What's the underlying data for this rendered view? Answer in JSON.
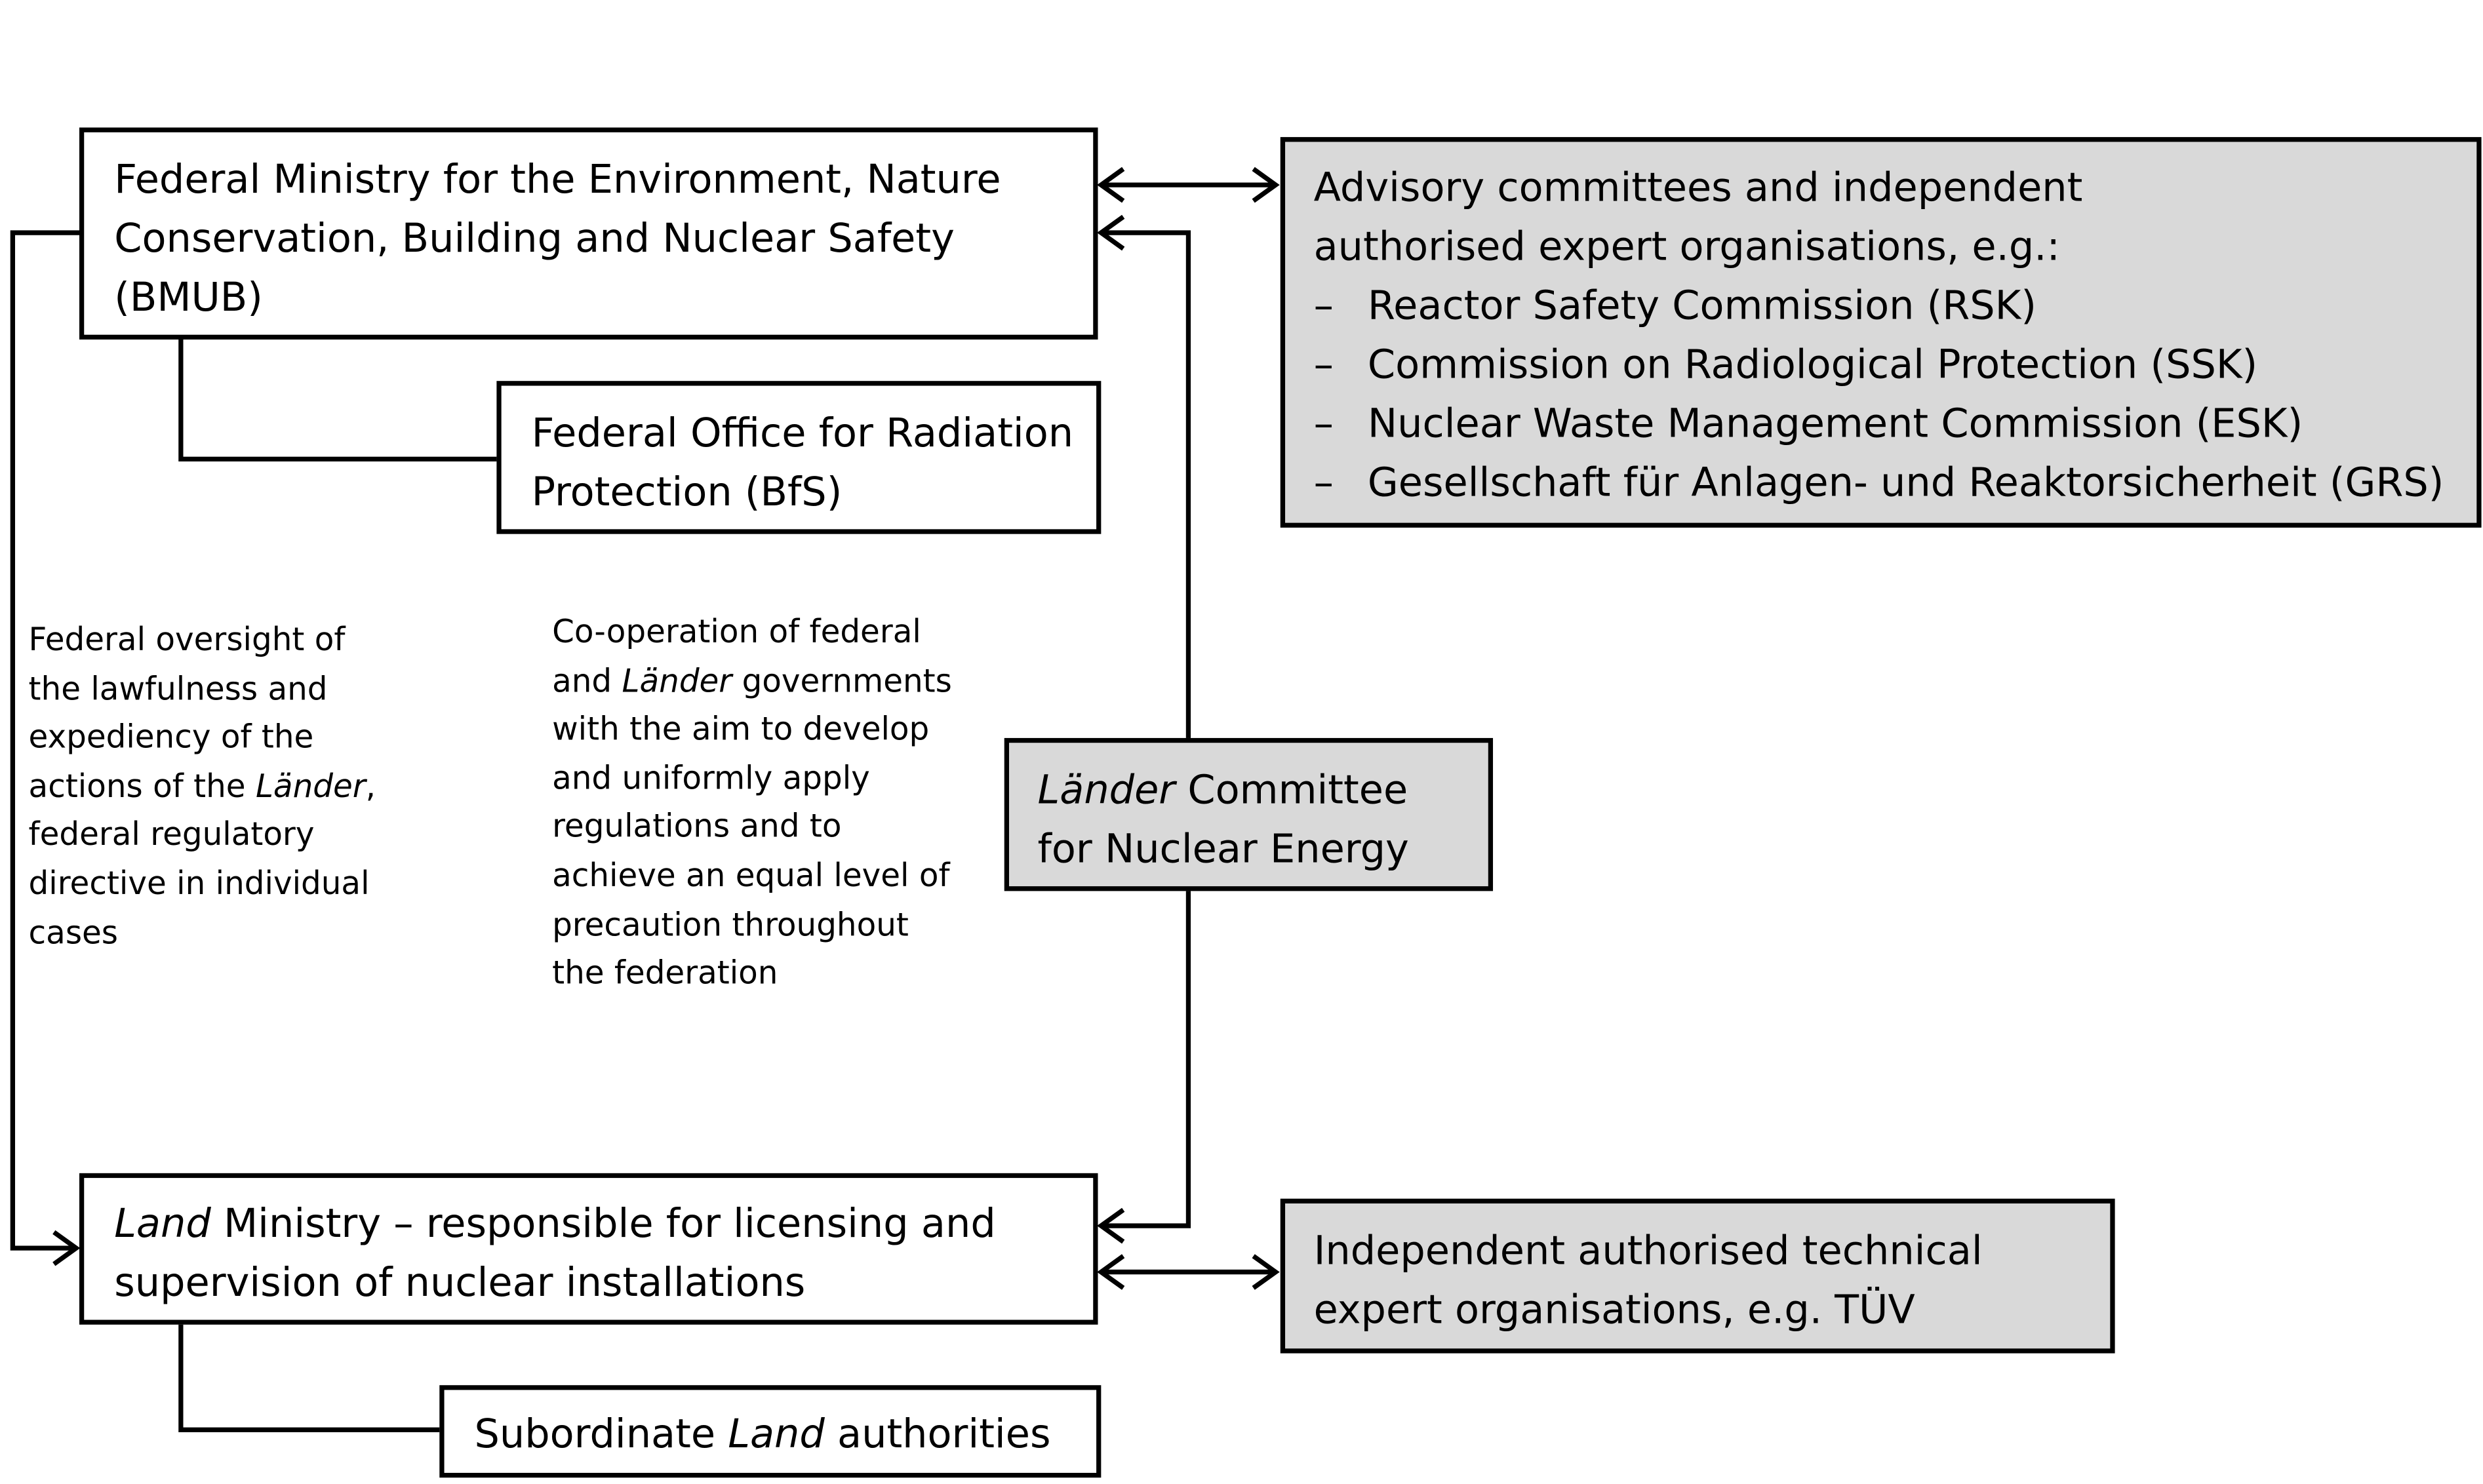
{
  "bmub": {
    "lines": [
      "Federal Ministry for the Environment, Nature",
      "Conservation, Building and Nuclear Safety",
      "(BMUB)"
    ]
  },
  "bfs": {
    "lines": [
      "Federal Office for Radiation",
      "Protection (BfS)"
    ]
  },
  "advisory": {
    "intro": [
      "Advisory committees and independent",
      "authorised expert organisations, e.g.:"
    ],
    "dash": "–",
    "items": [
      "Reactor Safety Commission (RSK)",
      "Commission on Radiological Protection (SSK)",
      "Nuclear Waste Management Commission (ESK)",
      "Gesellschaft für Anlagen- und Reaktorsicherheit (GRS)"
    ]
  },
  "oversight_note": {
    "lines": [
      "Federal oversight of",
      "the lawfulness and",
      "expediency of the"
    ],
    "line4_pre": "actions of the ",
    "line4_em": "Länder",
    "line4_post": ",",
    "lines_after": [
      "federal regulatory",
      "directive in individual",
      "cases"
    ]
  },
  "cooperation_note": {
    "line1": "Co-operation of federal",
    "line2_pre": "and ",
    "line2_em": "Länder",
    "line2_post": " governments",
    "lines_after": [
      "with the aim to develop",
      "and uniformly apply",
      "regulations and to",
      "achieve an equal level of",
      "precaution throughout",
      "the federation"
    ]
  },
  "laender_committee": {
    "line1_em": "Länder",
    "line1_post": " Committee",
    "line2": "for Nuclear Energy"
  },
  "land_ministry": {
    "line1_em": "Land",
    "line1_post": " Ministry – responsible for licensing and",
    "line2": "supervision of nuclear installations"
  },
  "tuv": {
    "lines": [
      "Independent authorised technical",
      "expert organisations, e.g. TÜV"
    ]
  },
  "subordinate": {
    "pre": "Subordinate ",
    "em": "Land",
    "post": " authorities"
  },
  "colors": {
    "grey_fill": "#d9d9d9",
    "line": "#000000"
  }
}
